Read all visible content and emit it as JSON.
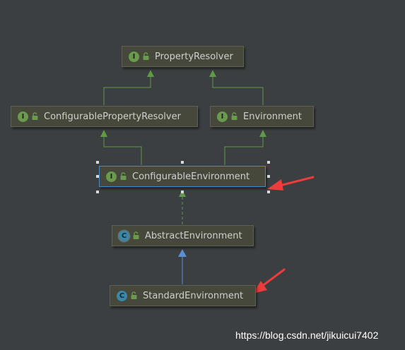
{
  "nodes": {
    "property_resolver": {
      "kind": "interface",
      "badge": "I",
      "label": "PropertyResolver"
    },
    "configurable_property_resolver": {
      "kind": "interface",
      "badge": "I",
      "label": "ConfigurablePropertyResolver"
    },
    "environment": {
      "kind": "interface",
      "badge": "I",
      "label": "Environment"
    },
    "configurable_environment": {
      "kind": "interface",
      "badge": "I",
      "label": "ConfigurableEnvironment",
      "selected": true
    },
    "abstract_environment": {
      "kind": "abstract-class",
      "badge": "C",
      "label": "AbstractEnvironment"
    },
    "standard_environment": {
      "kind": "class",
      "badge": "C",
      "label": "StandardEnvironment"
    }
  },
  "relations": [
    {
      "from": "configurable_property_resolver",
      "to": "property_resolver",
      "type": "extends"
    },
    {
      "from": "environment",
      "to": "property_resolver",
      "type": "extends"
    },
    {
      "from": "configurable_environment",
      "to": "configurable_property_resolver",
      "type": "extends"
    },
    {
      "from": "configurable_environment",
      "to": "environment",
      "type": "extends"
    },
    {
      "from": "abstract_environment",
      "to": "configurable_environment",
      "type": "implements"
    },
    {
      "from": "standard_environment",
      "to": "abstract_environment",
      "type": "extends-class"
    }
  ],
  "colors": {
    "background": "#3c3f41",
    "node_fill": "#45483a",
    "interface_badge": "#6a9a4e",
    "class_badge": "#3b87a8",
    "extends_line": "#5f9a48",
    "class_extends_line": "#5c8ed6",
    "selection": "#4a88c7",
    "annotation_arrow": "#ee3b3b"
  },
  "icons": {
    "badge_interface": "interface-badge-icon",
    "badge_class": "class-badge-icon",
    "access": "unlocked-public-icon"
  },
  "watermark": "https://blog.csdn.net/jikuicui7402"
}
